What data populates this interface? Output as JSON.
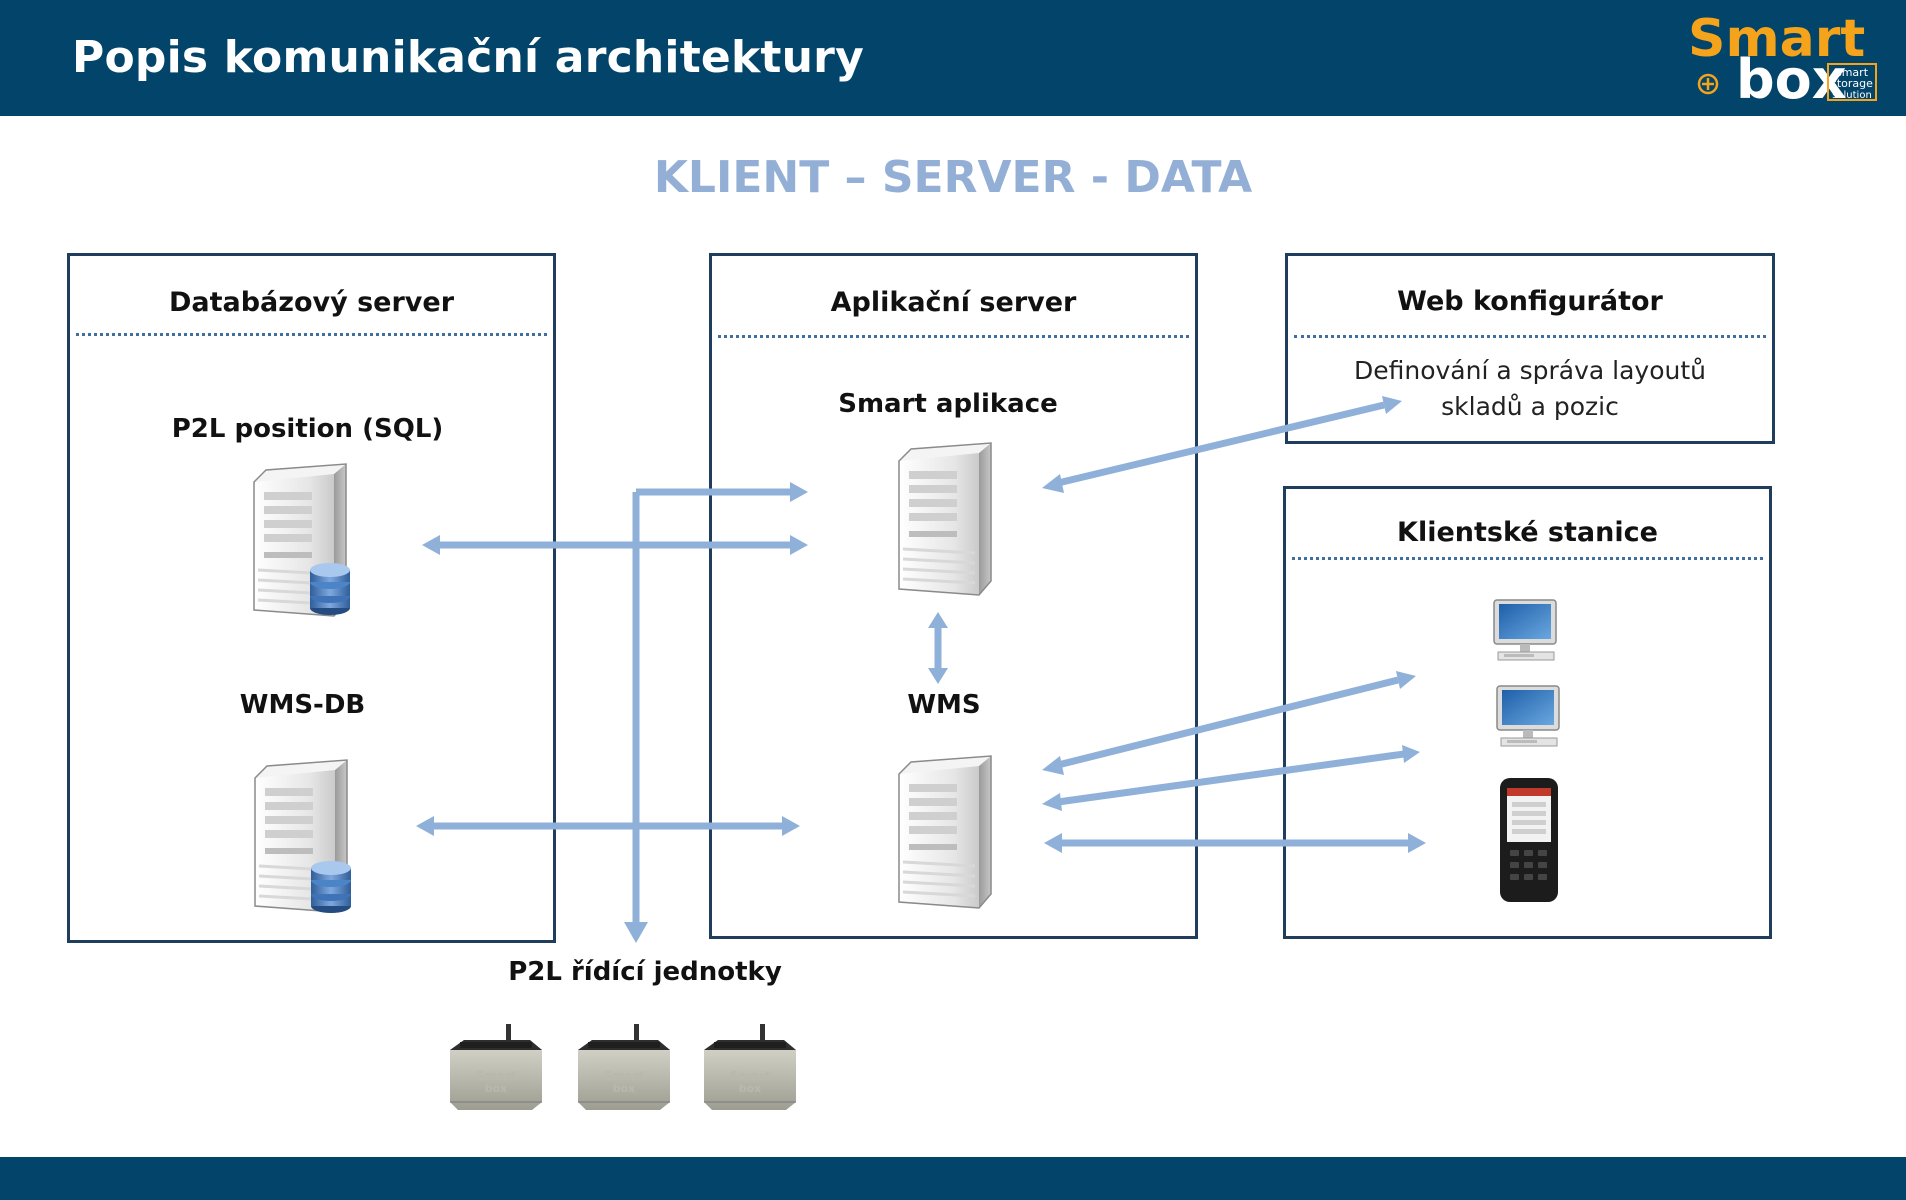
{
  "header": {
    "title": "Popis komunikační architektury",
    "logo": {
      "word1": "Smart",
      "word2": "box",
      "tagline": [
        "smart",
        "storage",
        "solution"
      ],
      "accent_color": "#f5a31a"
    }
  },
  "subtitle": "KLIENT – SERVER - DATA",
  "colors": {
    "header_bg": "#02446a",
    "accent": "#93afd6",
    "arrow": "#8fb0d8",
    "box_border": "#1f3d5c"
  },
  "boxes": {
    "db": {
      "title": "Databázový server",
      "items": [
        "P2L position (SQL)",
        "WMS-DB"
      ]
    },
    "app": {
      "title": "Aplikační server",
      "items": [
        "Smart aplikace",
        "WMS"
      ]
    },
    "web": {
      "title": "Web konfigurátor",
      "desc_line1": "Definování a správa layoutů",
      "desc_line2": "skladů a pozic"
    },
    "clients": {
      "title": "Klientské stanice"
    }
  },
  "units_label": "P2L řídící jednotky",
  "device_brand": "Smart box",
  "icons": [
    "server-icon",
    "database-icon",
    "desktop-icon",
    "handheld-terminal-icon",
    "control-unit-icon"
  ]
}
